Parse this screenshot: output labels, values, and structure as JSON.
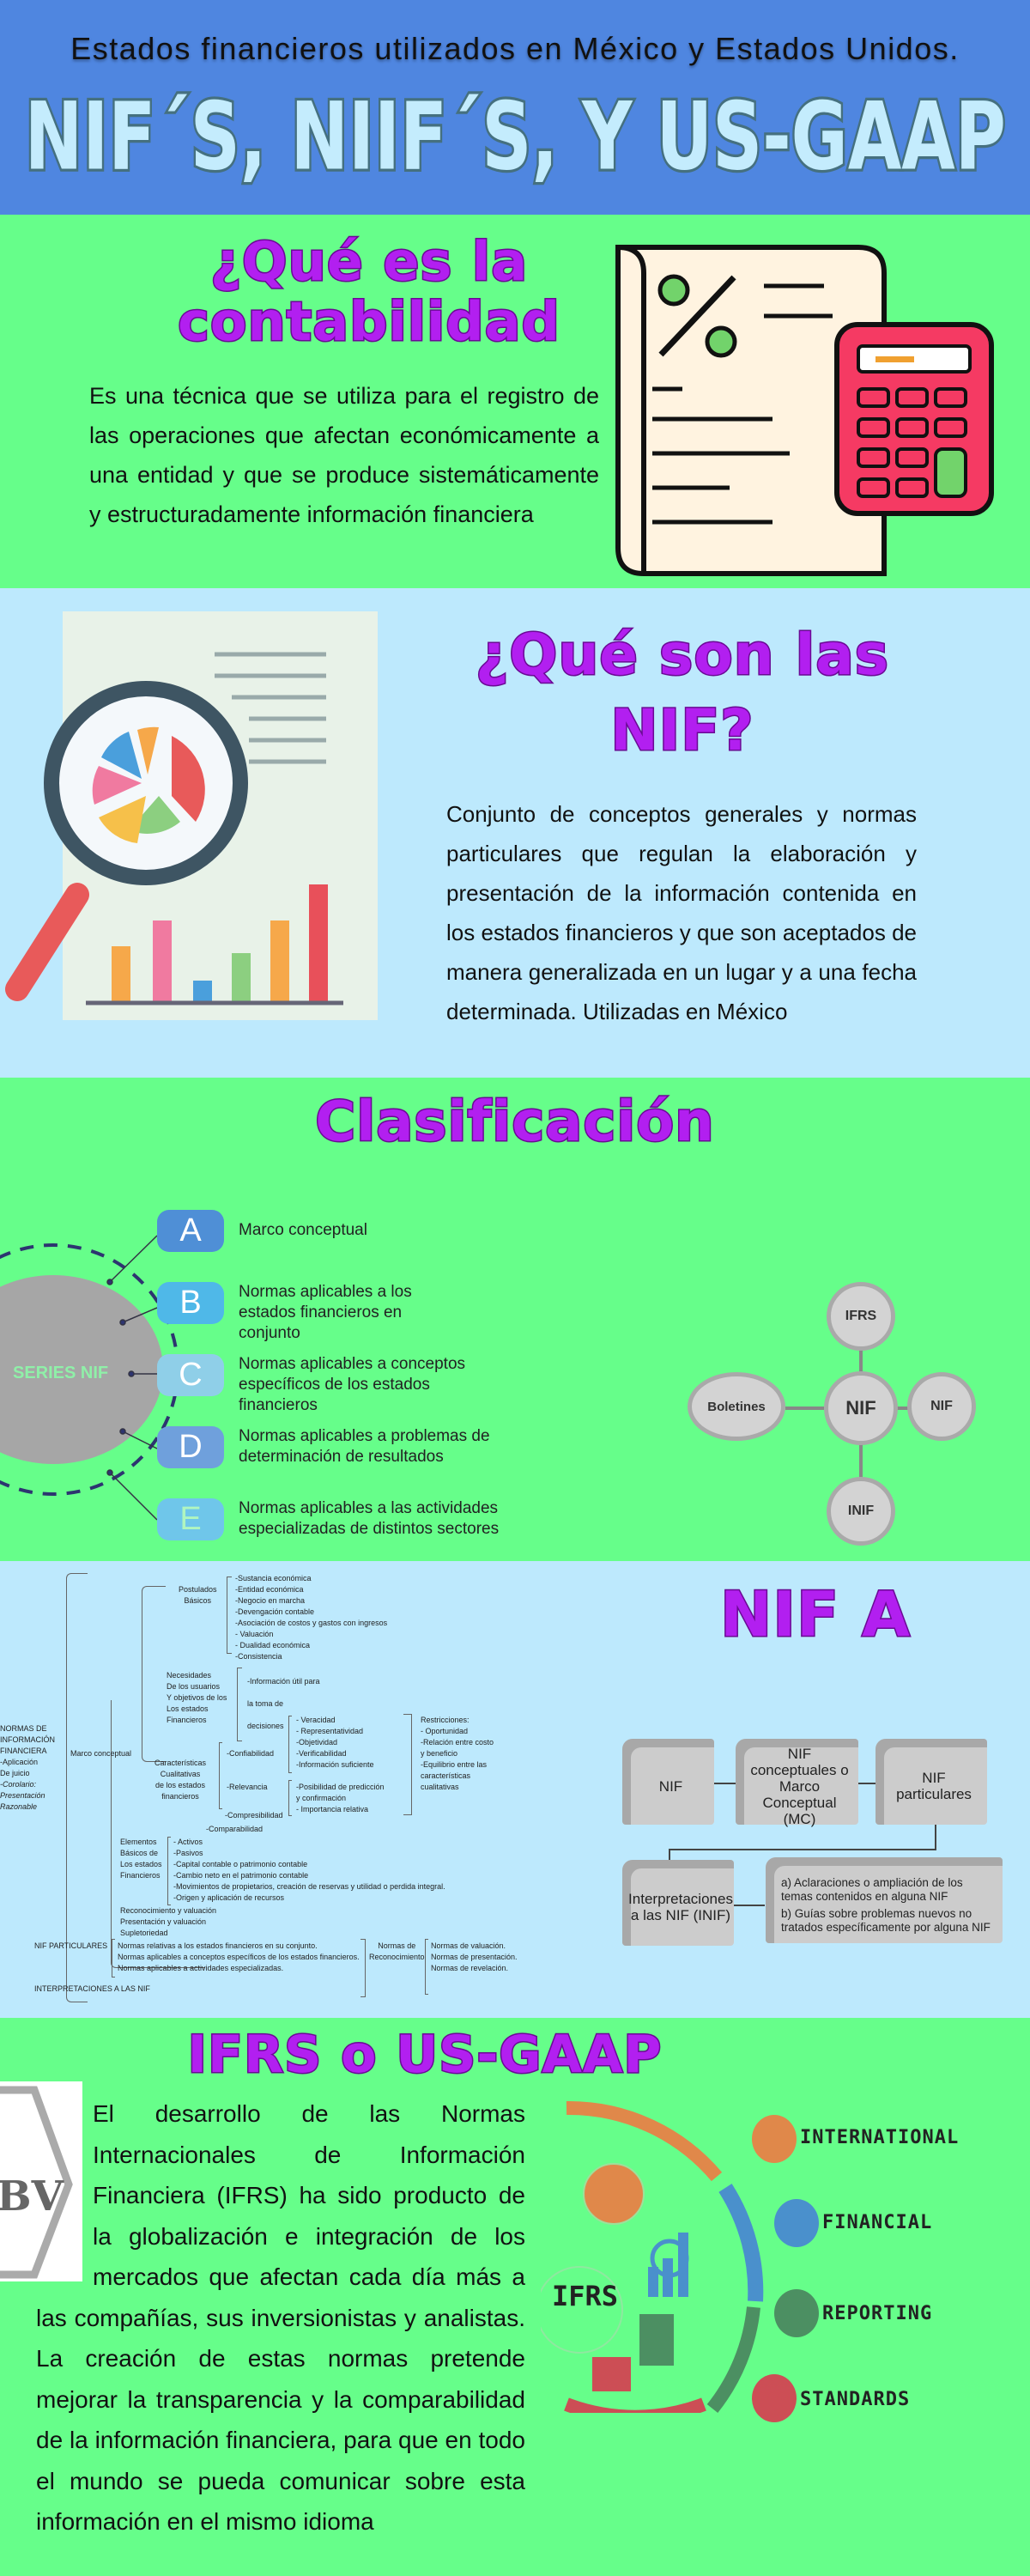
{
  "header": {
    "subtitle": "Estados financieros utilizados en México y Estados Unidos.",
    "title": "NIF´S, NIIF´S, Y US-GAAP",
    "bg_color": "#4f86e0"
  },
  "contabilidad": {
    "title_line1": "¿Qué es la",
    "title_line2": "contabilidad",
    "text": "Es una técnica que se utiliza para el registro de las operaciones que afectan económicamente a una entidad y que se produce sistemáticamente y estructuradamente información financiera",
    "illustration": "document-percent-calculator-icon"
  },
  "nif": {
    "title_line1": "¿Qué son las",
    "title_line2": "NIF?",
    "text": "Conjunto de conceptos generales y normas particulares que regulan la elaboración y presentación de la información contenida en los estados financieros y que son aceptados de manera generalizada en un lugar y a una fecha determinada. Utilizadas en México",
    "illustration": "magnifier-chart-icon"
  },
  "clasificacion": {
    "title": "Clasificación",
    "center_label": "SERIES NIF",
    "series": [
      {
        "letter": "A",
        "text": "Marco conceptual",
        "color": "#4f8fd6"
      },
      {
        "letter": "B",
        "text": "Normas aplicables a los estados financieros en conjunto",
        "color": "#4fb8e8"
      },
      {
        "letter": "C",
        "text": "Normas aplicables a conceptos específicos de los estados financieros",
        "color": "#8fcfe8"
      },
      {
        "letter": "D",
        "text": "Normas aplicables a problemas de determinación de resultados",
        "color": "#6fa0dc"
      },
      {
        "letter": "E",
        "text": "Normas aplicables a las actividades especializadas de distintos sectores",
        "color": "#6fc6ea"
      }
    ],
    "hub": {
      "center": "NIF",
      "top": "IFRS",
      "left": "Boletines",
      "right": "NIF",
      "bottom": "INIF"
    }
  },
  "nif_a": {
    "title": "NIF A",
    "mindmap": {
      "root": [
        "NORMAS DE",
        "INFORMACIÓN",
        "FINANCIERA",
        "-Aplicación",
        "De juicio",
        "-Corolario:",
        "Presentación",
        "Razonable"
      ],
      "marco": "Marco conceptual",
      "postulados_label": [
        "Postulados",
        "Básicos"
      ],
      "postulados": [
        "-Sustancia económica",
        "-Entidad económica",
        "-Negocio en marcha",
        "-Devengación contable",
        "-Asociación de costos y gastos con ingresos",
        "- Valuación",
        "- Dualidad económica",
        "-Consistencia"
      ],
      "necesidades_label": [
        "Necesidades",
        "De los usuarios",
        "Y objetivos de los",
        "Los estados",
        "Financieros"
      ],
      "necesidades": [
        "-Información útil para",
        "la toma de",
        "decisiones"
      ],
      "caracteristicas_label": [
        "Características",
        "Cualitativas",
        "de los estados",
        "financieros"
      ],
      "confiabilidad": "-Confiabilidad",
      "confiabilidad_items": [
        "- Veracidad",
        "- Representatividad",
        "-Objetividad",
        "-Verificabilidad",
        "-Información suficiente"
      ],
      "relevancia": "-Relevancia",
      "relevancia_items": [
        "-Posibilidad de predicción",
        "y confirmación",
        "- Importancia relativa"
      ],
      "compresibilidad": "-Compresibilidad",
      "comparabilidad": "-Comparabilidad",
      "restricciones": [
        "Restricciones:",
        "- Oportunidad",
        "-Relación entre costo",
        "y beneficio",
        "-Equilibrio entre las",
        "características",
        "cualitativas"
      ],
      "elementos_label": [
        "Elementos",
        "Básicos de",
        "Los estados",
        "Financieros"
      ],
      "elementos": [
        "- Activos",
        "-Pasivos",
        "-Capital contable o patrimonio contable",
        "-Cambio neto en el patrimonio contable",
        "-Movimientos de propietarios, creación de reservas y utilidad o perdida integral.",
        "-Origen y aplicación de recursos"
      ],
      "otros": [
        "Reconocimiento y valuación",
        "Presentación y valuación",
        "Supletoriedad"
      ],
      "particulares_label": "NIF PARTICULARES",
      "particulares": [
        "Normas relativas a los estados financieros en su conjunto.",
        "Normas aplicables a conceptos específicos de los estados financieros.",
        "Normas aplicables a actividades especializadas."
      ],
      "reconocimiento_label": [
        "Normas de",
        "Reconocimiento"
      ],
      "reconocimiento": [
        "Normas de valuación.",
        "Normas de presentación.",
        "Normas de revelación."
      ],
      "interpretaciones": "INTERPRETACIONES A LAS NIF"
    },
    "flow": {
      "nif": "NIF",
      "conceptuales": "NIF conceptuales o Marco Conceptual (MC)",
      "particulares": "NIF particulares",
      "interpretaciones": "Interpretaciones a las NIF (INIF)",
      "a": "a) Aclaraciones o ampliación de los temas contenidos en alguna NIF",
      "b": "b) Guías sobre problemas nuevos no tratados específicamente por alguna NIF"
    }
  },
  "ifrs": {
    "title": "IFRS o US-GAAP",
    "logo": "BV",
    "text": "El desarrollo de las Normas Internacionales de Información Financiera (IFRS) ha sido producto de la globalización e integración de los mercados que afectan cada día más a las compañías, sus inversionistas y analistas. La creación de estas normas pretende mejorar la transparencia y la comparabilidad de la información financiera, para que en todo el mundo se pueda comunicar sobre esta información en el mismo idioma",
    "graphic_label": "IFRS",
    "legend": [
      {
        "label": "INTERNATIONAL",
        "color": "#e0884a"
      },
      {
        "label": "FINANCIAL",
        "color": "#4a90cc"
      },
      {
        "label": "REPORTING",
        "color": "#4c8f62"
      },
      {
        "label": "STANDARDS",
        "color": "#cc4e55"
      }
    ]
  }
}
